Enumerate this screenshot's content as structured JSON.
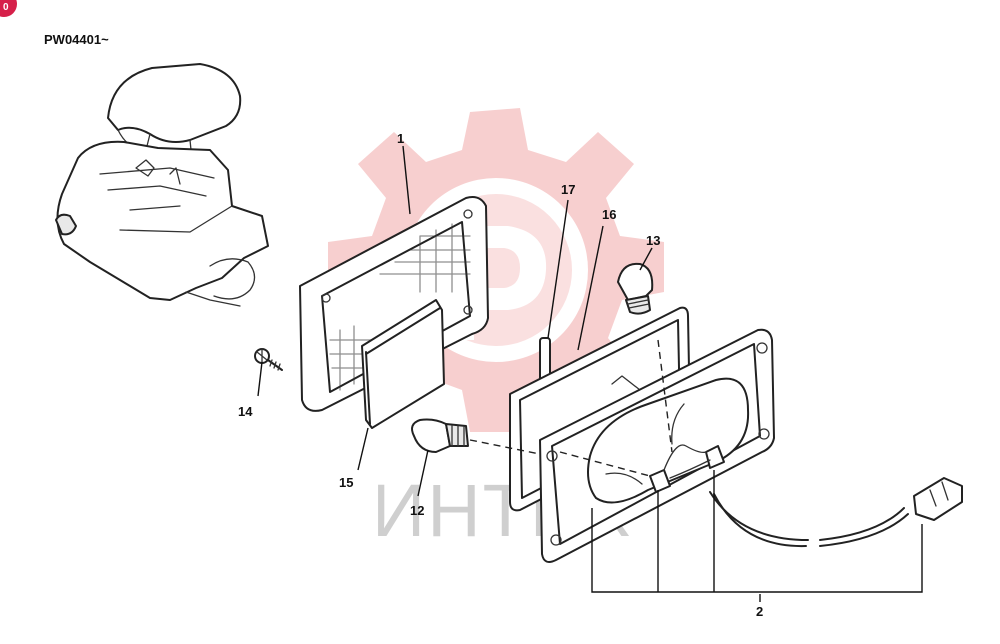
{
  "header": {
    "model_ref": "PW04401~",
    "badge_text": "0"
  },
  "watermark": {
    "text": "ИНТЕХ",
    "logo": "gear-logo",
    "color": "#f0a0a0"
  },
  "parts": {
    "labels": [
      "1",
      "2",
      "12",
      "13",
      "14",
      "15",
      "16",
      "17"
    ]
  },
  "colors": {
    "line": "#222222",
    "badge": "#d6204a"
  }
}
